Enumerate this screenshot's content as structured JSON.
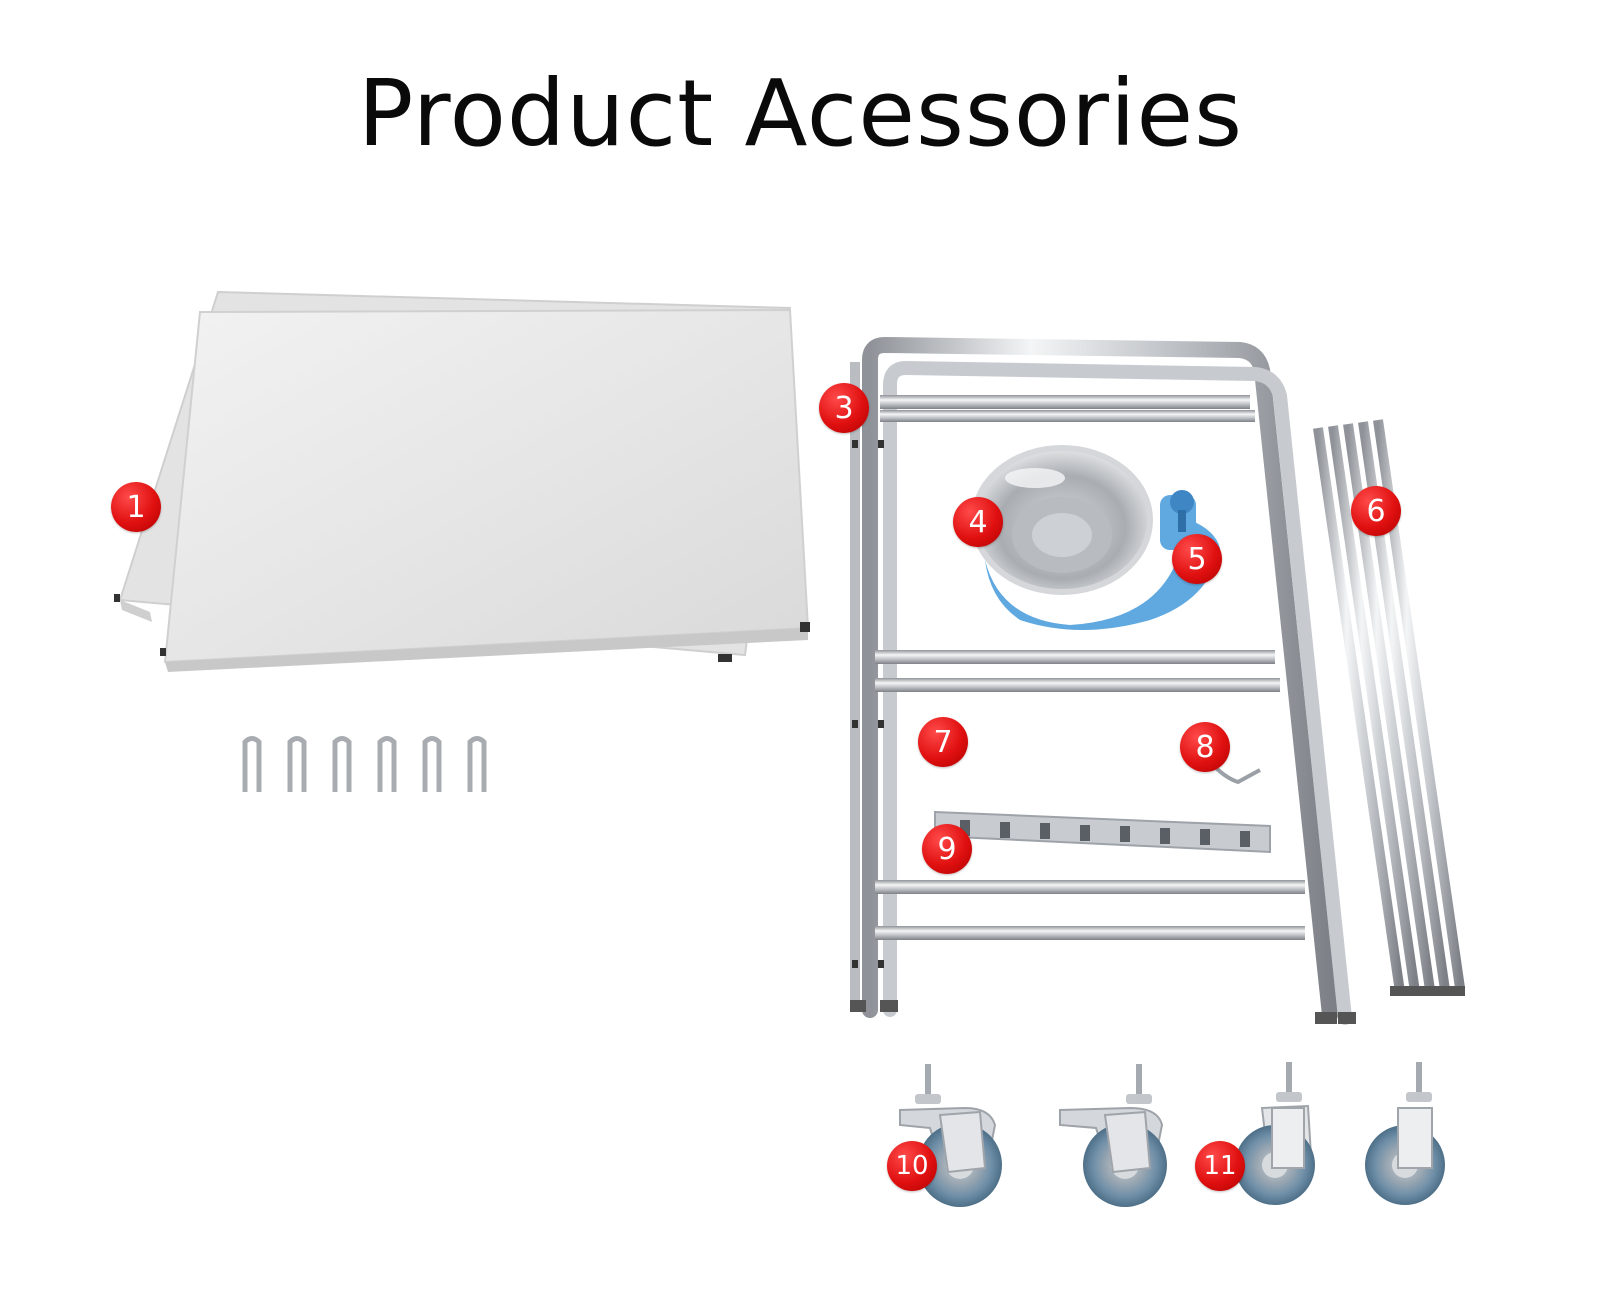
{
  "title": "Product Acessories",
  "labels": {
    "panel": "1",
    "frame": "3",
    "bowl": "4",
    "bowl_holder": "5",
    "rods": "6",
    "clips": "7",
    "hook": "8",
    "strip": "9",
    "caster_a": "10",
    "caster_b": "11"
  },
  "colors": {
    "badge": "#e01010",
    "steel": "#c9ccd0",
    "holder_blue": "#5fa8e0",
    "wheel_blue": "#6f8fa8"
  }
}
